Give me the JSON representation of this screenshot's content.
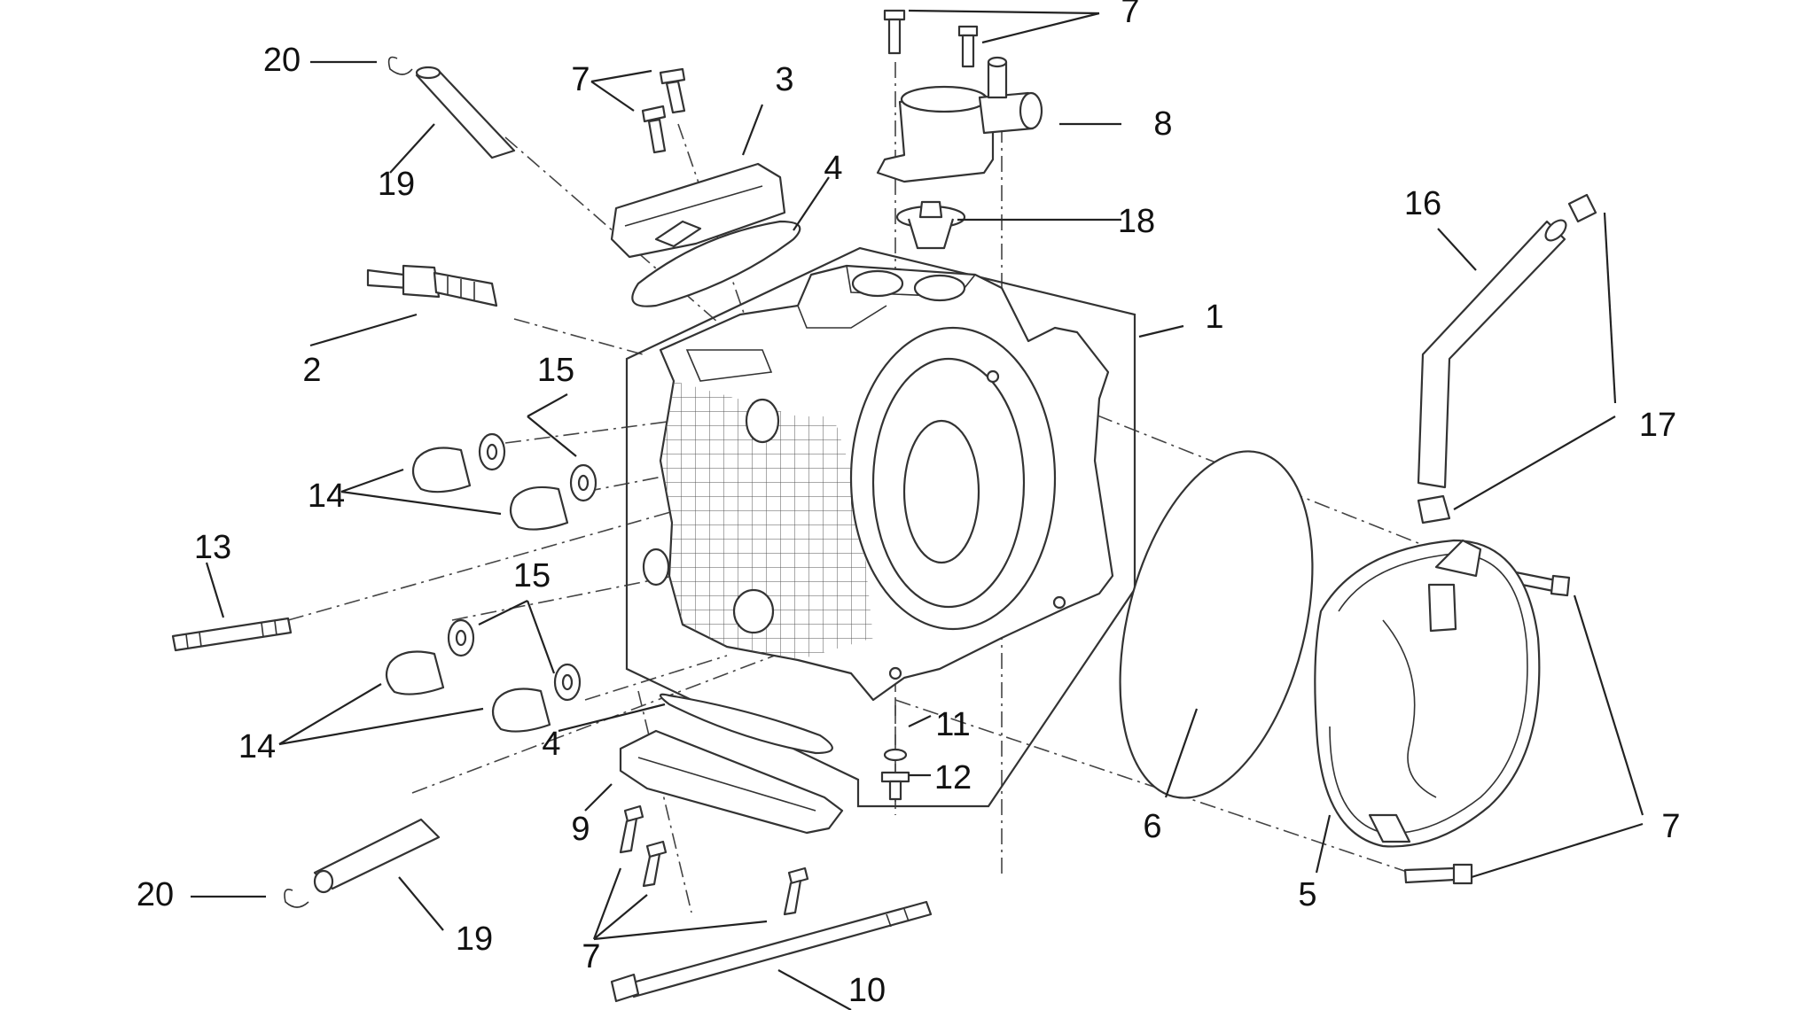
{
  "colors": {
    "ink": "#222222",
    "background": "#ffffff"
  },
  "callouts": {
    "c1": "1",
    "c2": "2",
    "c3": "3",
    "c4a": "4",
    "c4b": "4",
    "c5": "5",
    "c6": "6",
    "c7a": "7",
    "c7b": "7",
    "c7c": "7",
    "c7d": "7",
    "c8": "8",
    "c9": "9",
    "c10": "10",
    "c11": "11",
    "c12": "12",
    "c13": "13",
    "c14a": "14",
    "c14b": "14",
    "c15a": "15",
    "c15b": "15",
    "c16": "16",
    "c17": "17",
    "c18": "18",
    "c19a": "19",
    "c19b": "19",
    "c20a": "20",
    "c20b": "20"
  }
}
